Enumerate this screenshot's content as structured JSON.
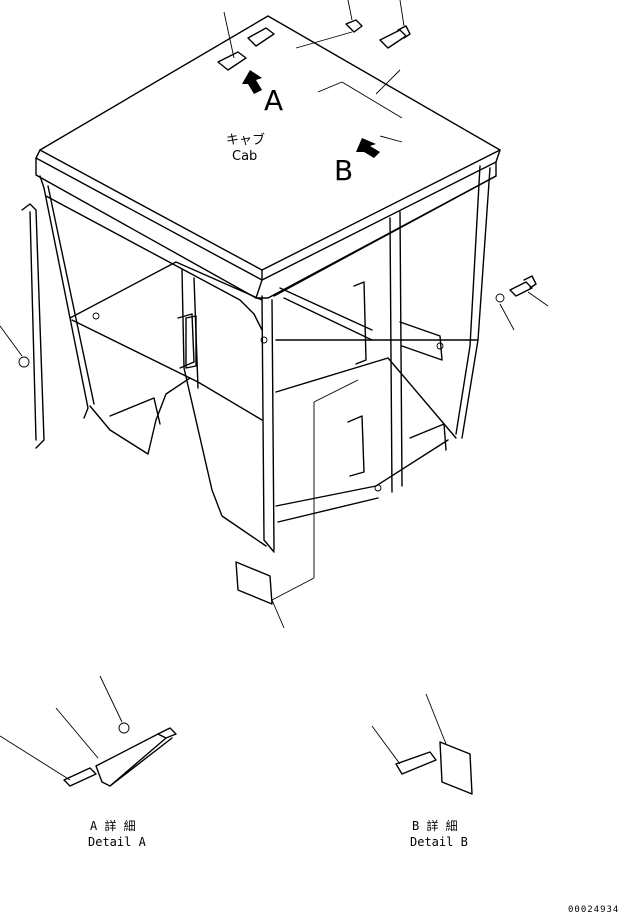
{
  "labels": {
    "view_a": "A",
    "view_b": "B",
    "cab_jp": "キャブ",
    "cab_en": "Cab"
  },
  "details": {
    "a_jp": "A 詳 細",
    "a_en": "Detail A",
    "b_jp": "B 詳 細",
    "b_en": "Detail B"
  },
  "drawing_number": "00024934"
}
